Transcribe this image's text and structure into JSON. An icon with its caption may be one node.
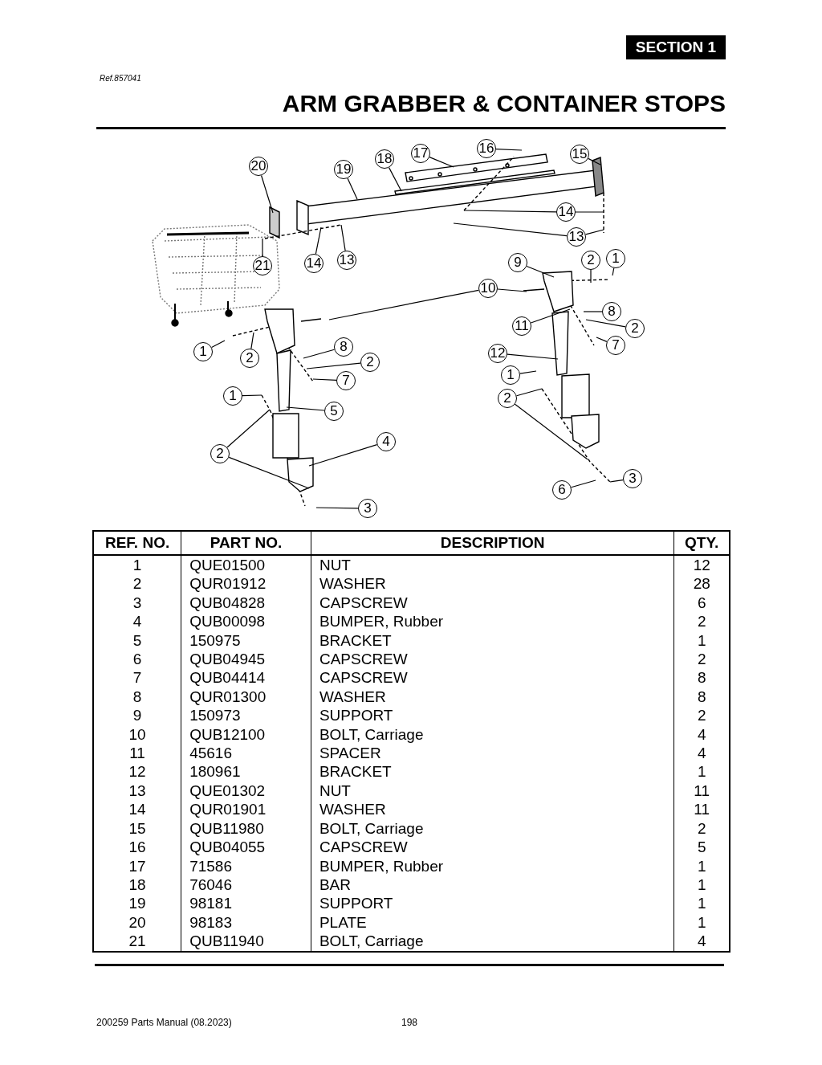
{
  "diagram": {
    "title": "ARM GRABBER & CONTAINER STOPS",
    "nodes": [
      {
        "text": [
          "20"
        ]
      },
      {
        "text": [
          "19"
        ]
      },
      {
        "text": [
          "18"
        ]
      },
      {
        "text": [
          "17"
        ]
      },
      {
        "text": [
          "16"
        ]
      },
      {
        "text": [
          "15"
        ]
      },
      {
        "text": [
          "14"
        ]
      },
      {
        "text": [
          "13"
        ]
      },
      {
        "text": [
          "21"
        ]
      },
      {
        "text": [
          "14"
        ]
      },
      {
        "text": [
          "13"
        ]
      },
      {
        "text": [
          "9"
        ]
      },
      {
        "text": [
          "2"
        ]
      },
      {
        "text": [
          "1"
        ]
      },
      {
        "text": [
          "10"
        ]
      },
      {
        "text": [
          "8"
        ]
      },
      {
        "text": [
          "11"
        ]
      },
      {
        "text": [
          "2"
        ]
      },
      {
        "text": [
          "7"
        ]
      },
      {
        "text": [
          "12"
        ]
      },
      {
        "text": [
          "1"
        ]
      },
      {
        "text": [
          "2"
        ]
      },
      {
        "text": [
          "6"
        ]
      },
      {
        "text": [
          "3"
        ]
      },
      {
        "text": [
          "1"
        ]
      },
      {
        "text": [
          "2"
        ]
      },
      {
        "text": [
          "8"
        ]
      },
      {
        "text": [
          "2"
        ]
      },
      {
        "text": [
          "7"
        ]
      },
      {
        "text": [
          "1"
        ]
      },
      {
        "text": [
          "5"
        ]
      },
      {
        "text": [
          "2"
        ]
      },
      {
        "text": [
          "4"
        ]
      },
      {
        "text": [
          "3"
        ]
      }
    ],
    "edges": [
      {
        "from": 0,
        "to": null,
        "arrow": "none"
      },
      {
        "from": 1,
        "to": null,
        "arrow": "none"
      },
      {
        "from": 2,
        "to": null,
        "arrow": "none"
      },
      {
        "from": 3,
        "to": null,
        "arrow": "none"
      },
      {
        "from": 4,
        "to": null,
        "arrow": "none"
      },
      {
        "from": 5,
        "to": null,
        "arrow": "none"
      },
      {
        "from": 6,
        "to": null,
        "arrow": "none"
      },
      {
        "from": 6,
        "to": null,
        "arrow": "none"
      },
      {
        "from": 7,
        "to": null,
        "arrow": "none"
      },
      {
        "from": 7,
        "to": null,
        "arrow": "none"
      },
      {
        "from": 8,
        "to": null,
        "arrow": "none"
      },
      {
        "from": 9,
        "to": null,
        "arrow": "none"
      },
      {
        "from": 10,
        "to": null,
        "arrow": "none"
      },
      {
        "from": 11,
        "to": null,
        "arrow": "none"
      },
      {
        "from": 12,
        "to": null,
        "arrow": "none"
      },
      {
        "from": 13,
        "to": null,
        "arrow": "none"
      },
      {
        "from": 14,
        "to": null,
        "arrow": "none"
      },
      {
        "from": 14,
        "to": null,
        "arrow": "none"
      },
      {
        "from": 15,
        "to": null,
        "arrow": "none"
      },
      {
        "from": 16,
        "to": null,
        "arrow": "none"
      },
      {
        "from": 17,
        "to": null,
        "arrow": "none"
      },
      {
        "from": 18,
        "to": null,
        "arrow": "none"
      },
      {
        "from": 19,
        "to": null,
        "arrow": "none"
      },
      {
        "from": 20,
        "to": null,
        "arrow": "none"
      },
      {
        "from": 21,
        "to": null,
        "arrow": "none"
      },
      {
        "from": 21,
        "to": null,
        "arrow": "none"
      },
      {
        "from": 22,
        "to": null,
        "arrow": "none"
      },
      {
        "from": 23,
        "to": null,
        "arrow": "none"
      },
      {
        "from": 24,
        "to": null,
        "arrow": "none"
      },
      {
        "from": 25,
        "to": null,
        "arrow": "none"
      },
      {
        "from": 26,
        "to": null,
        "arrow": "none"
      },
      {
        "from": 27,
        "to": null,
        "arrow": "none"
      },
      {
        "from": 28,
        "to": null,
        "arrow": "none"
      },
      {
        "from": 29,
        "to": null,
        "arrow": "none"
      },
      {
        "from": 30,
        "to": null,
        "arrow": "none"
      },
      {
        "from": 31,
        "to": null,
        "arrow": "none"
      },
      {
        "from": 31,
        "to": null,
        "arrow": "none"
      },
      {
        "from": 32,
        "to": null,
        "arrow": "none"
      },
      {
        "from": 33,
        "to": null,
        "arrow": "none"
      }
    ],
    "labels": [
      "SECTION 1",
      "Ref.857041",
      "REF. NO.",
      "PART NO.",
      "DESCRIPTION",
      "QTY.",
      "1",
      "QUE01500",
      "NUT",
      "12",
      "2",
      "QUR01912",
      "WASHER",
      "28",
      "3",
      "QUB04828",
      "CAPSCREW",
      "6",
      "4",
      "QUB00098",
      "BUMPER, Rubber",
      "2",
      "5",
      "150975",
      "BRACKET",
      "1",
      "6",
      "QUB04945",
      "CAPSCREW",
      "2",
      "7",
      "QUB04414",
      "CAPSCREW",
      "8",
      "8",
      "QUR01300",
      "WASHER",
      "8",
      "9",
      "150973",
      "SUPPORT",
      "2",
      "10",
      "QUB12100",
      "BOLT, Carriage",
      "4",
      "11",
      "45616",
      "SPACER",
      "4",
      "12",
      "180961",
      "BRACKET",
      "1",
      "13",
      "QUE01302",
      "NUT",
      "11",
      "14",
      "QUR01901",
      "WASHER",
      "11",
      "15",
      "QUB11980",
      "BOLT, Carriage",
      "2",
      "16",
      "QUB04055",
      "CAPSCREW",
      "5",
      "17",
      "71586",
      "BUMPER, Rubber",
      "1",
      "18",
      "76046",
      "BAR",
      "1",
      "19",
      "98181",
      "SUPPORT",
      "1",
      "20",
      "98183",
      "PLATE",
      "1",
      "21",
      "QUB11940",
      "BOLT, Carriage",
      "4",
      "200259 Parts Manual (08.2023)",
      "198"
    ]
  }
}
